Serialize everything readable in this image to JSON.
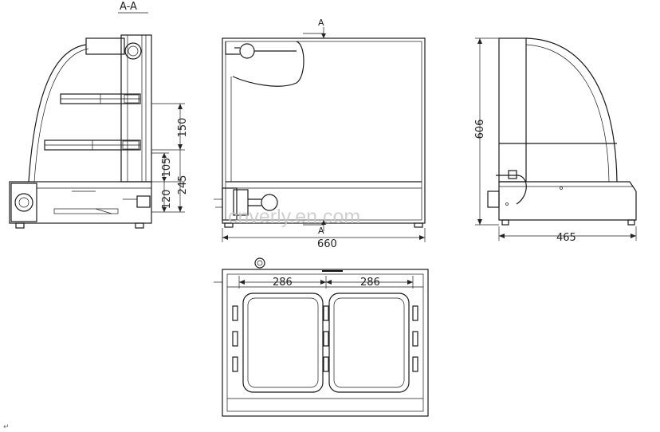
{
  "section_label": "A-A",
  "section_marker_top": "A",
  "section_marker_bottom": "A",
  "watermark": "cnverly.en.com",
  "return_mark": "↵",
  "dimensions": {
    "shelf_spacing": "150",
    "lower_shelf_height": "105",
    "total_inner_height": "245",
    "base_height": "120",
    "front_width": "660",
    "side_height": "606",
    "side_depth": "465",
    "pan_width_left": "286",
    "pan_width_right": "286"
  }
}
